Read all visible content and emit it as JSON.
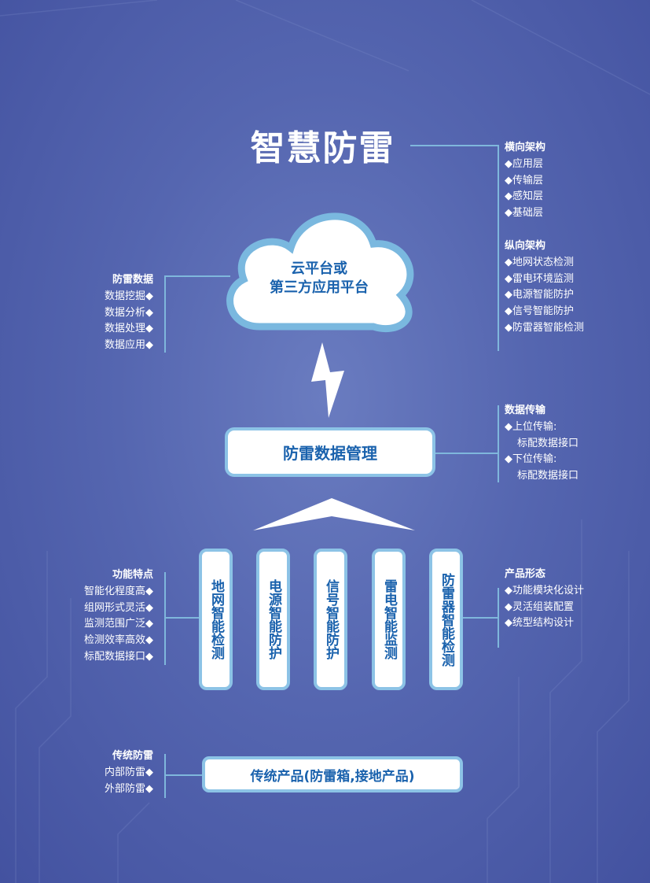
{
  "title": "智慧防雷",
  "horizontal_arch": {
    "heading": "横向架构",
    "items": [
      "◆应用层",
      "◆传输层",
      "◆感知层",
      "◆基础层"
    ]
  },
  "vertical_arch": {
    "heading": "纵向架构",
    "items": [
      "◆地网状态检测",
      "◆雷电环境监测",
      "◆电源智能防护",
      "◆信号智能防护",
      "◆防雷器智能检测"
    ]
  },
  "cloud": {
    "line1": "云平台或",
    "line2": "第三方应用平台"
  },
  "lightning_data": {
    "heading": "防雷数据",
    "items": [
      "数据挖掘◆",
      "数据分析◆",
      "数据处理◆",
      "数据应用◆"
    ]
  },
  "management_box": "防雷数据管理",
  "data_transfer": {
    "heading": "数据传输",
    "items": [
      "◆上位传输:",
      "标配数据接口",
      "◆下位传输:",
      "标配数据接口"
    ]
  },
  "modules": [
    "地网智能检测",
    "电源智能防护",
    "信号智能防护",
    "雷电智能监测",
    "防雷器智能检测"
  ],
  "features": {
    "heading": "功能特点",
    "items": [
      "智能化程度高◆",
      "组网形式灵活◆",
      "监测范围广泛◆",
      "检测效率高效◆",
      "标配数据接口◆"
    ]
  },
  "product_form": {
    "heading": "产品形态",
    "items": [
      "◆功能模块化设计",
      "◆灵活组装配置",
      "◆统型结构设计"
    ]
  },
  "traditional": {
    "heading": "传统防雷",
    "items": [
      "内部防雷◆",
      "外部防雷◆"
    ]
  },
  "traditional_box": "传统产品(防雷箱,接地产品)"
}
